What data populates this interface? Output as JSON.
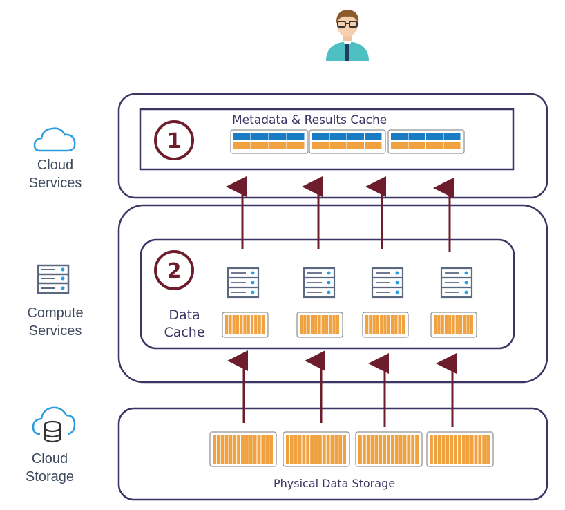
{
  "layers": {
    "cloud_services": {
      "line1": "Cloud",
      "line2": "Services"
    },
    "compute_services": {
      "line1": "Compute",
      "line2": "Services"
    },
    "cloud_storage": {
      "line1": "Cloud",
      "line2": "Storage"
    }
  },
  "cache_layer_1": {
    "number": "1",
    "title": "Metadata & Results Cache"
  },
  "cache_layer_2": {
    "number": "2",
    "line1": "Data",
    "line2": "Cache"
  },
  "storage": {
    "label": "Physical Data Storage"
  },
  "colors": {
    "border": "#3b3565",
    "arrow": "#6e1d2c",
    "orange": "#f0a140",
    "blue": "#1a7dc4",
    "icon_blue": "#2a9ee0",
    "icon_slate": "#5a6880"
  }
}
